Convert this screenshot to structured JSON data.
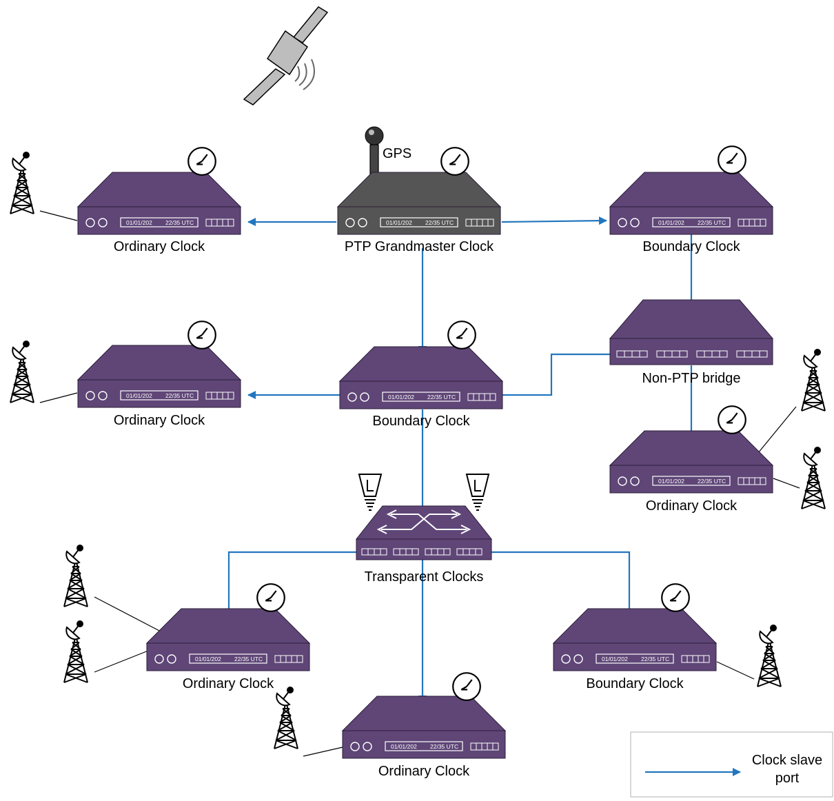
{
  "diagram": {
    "devices": [
      {
        "id": "gm",
        "label": "PTP Grandmaster Clock",
        "kind": "grandmaster",
        "display_date": "01/01/202",
        "display_time": "22/35 UTC",
        "has_clock": true
      },
      {
        "id": "oc1",
        "label": "Ordinary Clock",
        "kind": "clock",
        "display_date": "01/01/202",
        "display_time": "22/35 UTC",
        "has_clock": true
      },
      {
        "id": "bc1",
        "label": "Boundary Clock",
        "kind": "clock",
        "display_date": "01/01/202",
        "display_time": "22/35 UTC",
        "has_clock": true
      },
      {
        "id": "oc2",
        "label": "Ordinary Clock",
        "kind": "clock",
        "display_date": "01/01/202",
        "display_time": "22/35 UTC",
        "has_clock": true
      },
      {
        "id": "bc2",
        "label": "Boundary Clock",
        "kind": "clock",
        "display_date": "01/01/202",
        "display_time": "22/35 UTC",
        "has_clock": true
      },
      {
        "id": "bridge",
        "label": "Non-PTP bridge",
        "kind": "bridge",
        "has_clock": false
      },
      {
        "id": "oc3",
        "label": "Ordinary Clock",
        "kind": "clock",
        "display_date": "01/01/202",
        "display_time": "22/35 UTC",
        "has_clock": true
      },
      {
        "id": "tc",
        "label": "Transparent Clocks",
        "kind": "switch",
        "has_clock": false
      },
      {
        "id": "oc4",
        "label": "Ordinary Clock",
        "kind": "clock",
        "display_date": "01/01/202",
        "display_time": "22/35 UTC",
        "has_clock": true
      },
      {
        "id": "oc5",
        "label": "Ordinary Clock",
        "kind": "clock",
        "display_date": "01/01/202",
        "display_time": "22/35 UTC",
        "has_clock": true
      },
      {
        "id": "bc3",
        "label": "Boundary Clock",
        "kind": "clock",
        "display_date": "01/01/202",
        "display_time": "22/35 UTC",
        "has_clock": true
      }
    ],
    "gps_label": "GPS",
    "legend": {
      "text_line1": "Clock slave",
      "text_line2": "port"
    },
    "colors": {
      "device": "#5f4677",
      "device_top": "#5a3f72",
      "grandmaster": "#555555",
      "arrow": "#2276be",
      "legend_border": "#b0b0b0"
    },
    "icons": [
      "satellite-icon",
      "gps-antenna-icon",
      "clock-icon",
      "radio-tower-icon",
      "lamp-icon"
    ]
  }
}
